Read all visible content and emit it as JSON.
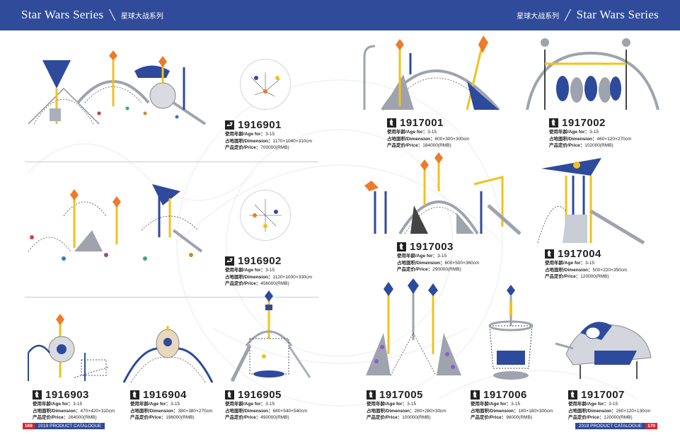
{
  "header": {
    "left_en": "Star Wars Series",
    "left_cn": "星球大战系列",
    "right_cn": "星球大战系列",
    "right_en": "Star Wars Series"
  },
  "labels": {
    "age": "使用年龄/Age for：",
    "dim": "占地面积/Dimension：",
    "price": "产品定价/Price："
  },
  "products": [
    {
      "code": "1916901",
      "age": "3-15",
      "dimension": "1170×1040×310cm",
      "price": "700000(RMB)"
    },
    {
      "code": "1916902",
      "age": "3-15",
      "dimension": "1120×1000×330cm",
      "price": "456000(RMB)"
    },
    {
      "code": "1916903",
      "age": "3-15",
      "dimension": "470×420×310cm",
      "price": "264000(RMB)"
    },
    {
      "code": "1916904",
      "age": "3-15",
      "dimension": "380×380×270cm",
      "price": "196000(RMB)"
    },
    {
      "code": "1916905",
      "age": "3-15",
      "dimension": "680×540×540cm",
      "price": "490000(RMB)"
    },
    {
      "code": "1917001",
      "age": "3-15",
      "dimension": "600×300×300cm",
      "price": "184000(RMB)"
    },
    {
      "code": "1917002",
      "age": "3-15",
      "dimension": "460×120×270cm",
      "price": "102000(RMB)"
    },
    {
      "code": "1917003",
      "age": "3-15",
      "dimension": "600×500×360cm",
      "price": "290000(RMB)"
    },
    {
      "code": "1917004",
      "age": "3-15",
      "dimension": "500×220×350cm",
      "price": "120000(RMB)"
    },
    {
      "code": "1917005",
      "age": "3-15",
      "dimension": "280×280×30cm",
      "price": "100000(RMB)"
    },
    {
      "code": "1917006",
      "age": "3-15",
      "dimension": "180×180×300cm",
      "price": "96000(RMB)"
    },
    {
      "code": "1917007",
      "age": "3-15",
      "dimension": "280×120×130cm",
      "price": "120000(RMB)"
    }
  ],
  "footer": {
    "left_page": "169",
    "left_text": "2019 PRODUCT CATALOGUE",
    "right_text": "2019 PRODUCT CATALOGUE",
    "right_page": "170"
  },
  "colors": {
    "header_bg": "#2f4b9a",
    "page_num_bg": "#d8262d",
    "equipment_blue": "#2e4a9c",
    "equipment_yellow": "#f2c21b",
    "equipment_orange": "#ee7a2a",
    "equipment_gray": "#9ea3ad"
  }
}
